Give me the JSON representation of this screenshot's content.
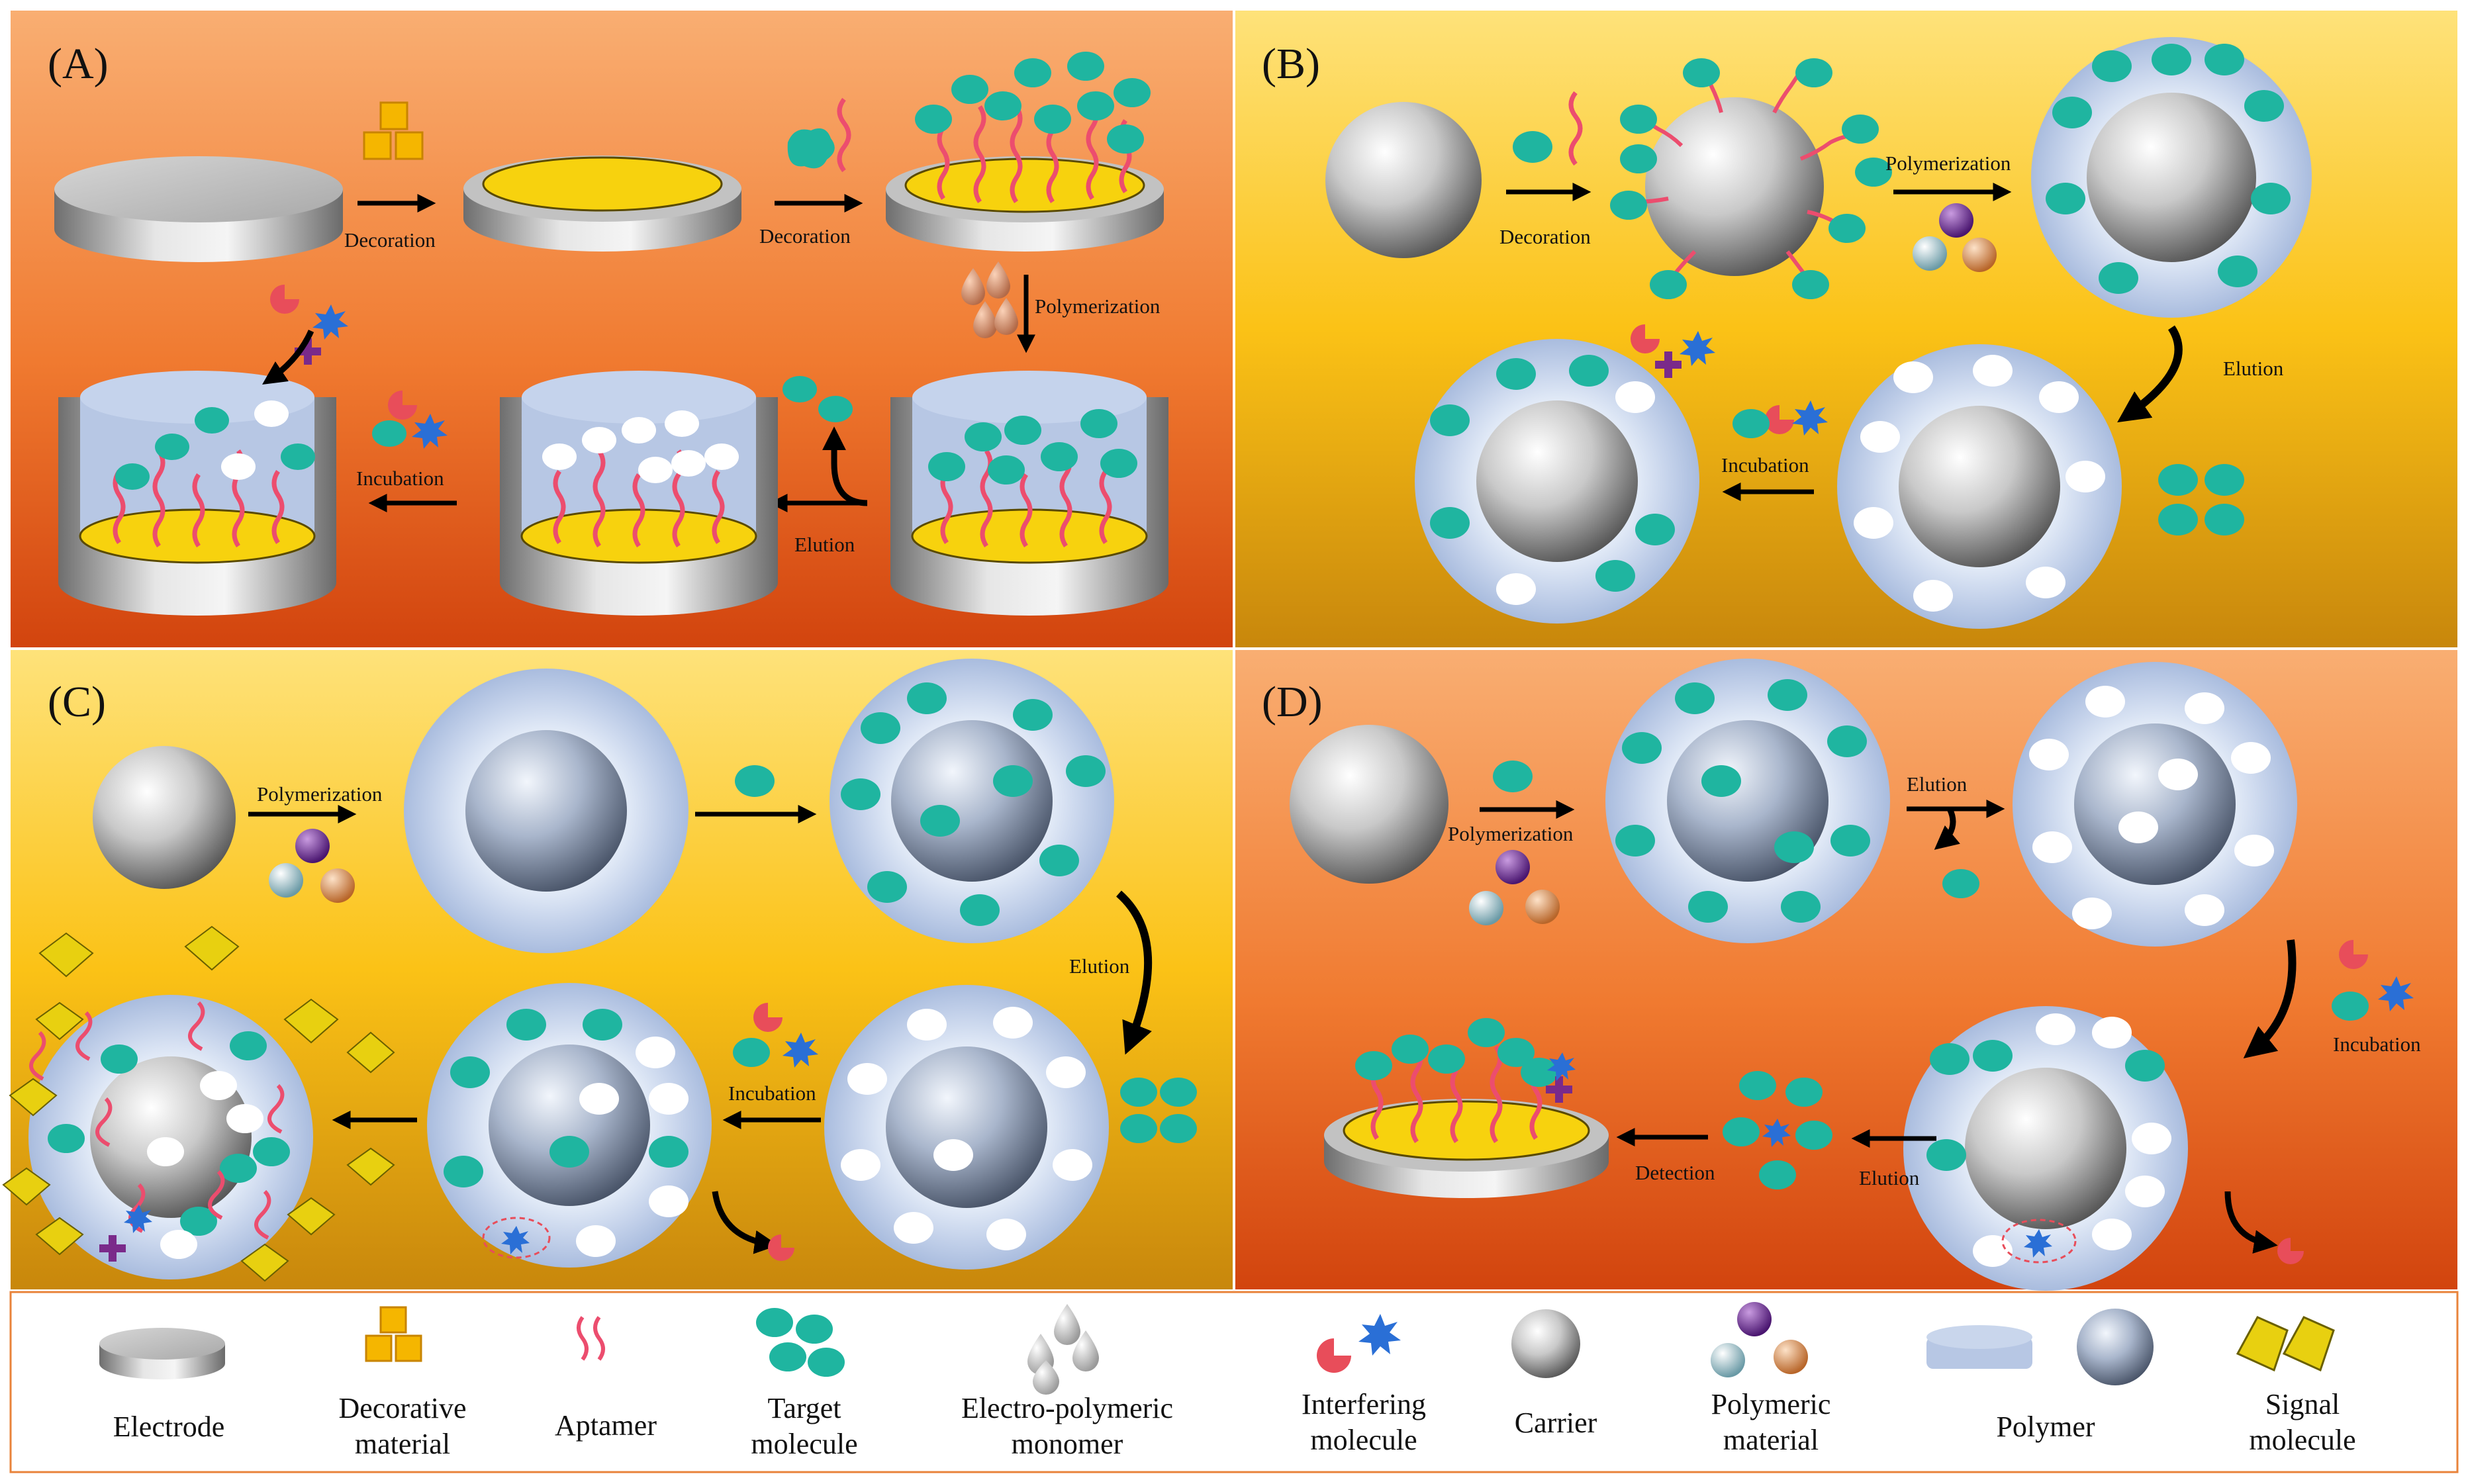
{
  "panels": {
    "A": {
      "label": "(A)",
      "steps": {
        "decoration1": "Decoration",
        "decoration2": "Decoration",
        "polymerization": "Polymerization",
        "elution": "Elution",
        "incubation": "Incubation"
      }
    },
    "B": {
      "label": "(B)",
      "steps": {
        "decoration": "Decoration",
        "polymerization": "Polymerization",
        "elution": "Elution",
        "incubation": "Incubation"
      }
    },
    "C": {
      "label": "(C)",
      "steps": {
        "polymerization": "Polymerization",
        "elution": "Elution",
        "incubation": "Incubation"
      }
    },
    "D": {
      "label": "(D)",
      "steps": {
        "polymerization": "Polymerization",
        "elution": "Elution",
        "incubation": "Incubation",
        "elution2": "Elution",
        "detection": "Detection"
      }
    }
  },
  "legend": {
    "electrode": [
      "Electrode"
    ],
    "decorative_material": [
      "Decorative",
      "material"
    ],
    "aptamer": [
      "Aptamer"
    ],
    "target_molecule": [
      "Target",
      "molecule"
    ],
    "electro_polymeric_monomer": [
      "Electro-polymeric",
      "monomer"
    ],
    "interfering_molecule": [
      "Interfering",
      "molecule"
    ],
    "carrier": [
      "Carrier"
    ],
    "polymeric_material": [
      "Polymeric",
      "material"
    ],
    "polymer": [
      "Polymer"
    ],
    "signal_molecule": [
      "Signal",
      "molecule"
    ]
  },
  "colors": {
    "panel_a_top": "#f9a868",
    "panel_a_bottom": "#d84a1a",
    "panel_b_top": "#fde070",
    "panel_b_bottom": "#c78a10",
    "target": "#1fb5a0",
    "aptamer": "#ec4d6e",
    "gold": "#f7d20e",
    "polymer": "#b7c7e4",
    "interferer_red": "#e84d5a",
    "interferer_blue": "#2a6fd6",
    "signal_yellow": "#e8d010"
  }
}
